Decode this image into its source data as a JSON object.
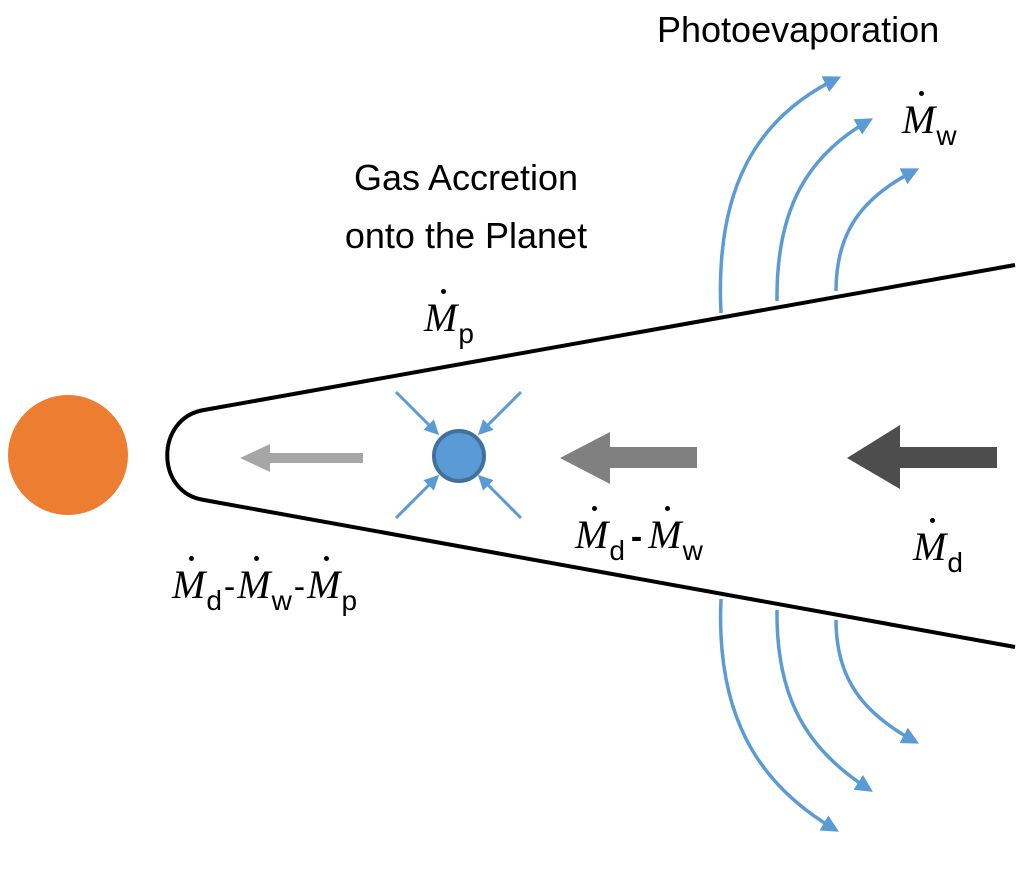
{
  "title": "Photoevaporation",
  "accretion_label": {
    "line1": "Gas Accretion",
    "line2": "onto the Planet"
  },
  "symbols": {
    "M": "M",
    "minus": "-",
    "w": "w",
    "p": "p",
    "d": "d"
  },
  "colors": {
    "star": "#ED7D31",
    "planet_fill": "#5B9BD5",
    "planet_stroke": "#41719C",
    "wind_arrows": "#5B9BD5",
    "disk_outline": "#000000",
    "flow_outer": "#4D4D4D",
    "flow_middle": "#808080",
    "flow_inner": "#A6A6A6"
  },
  "icons": {
    "star": "circle",
    "planet": "circle",
    "flow_arrows": "left-arrow",
    "wind_streamlines": "curved-arrow"
  }
}
